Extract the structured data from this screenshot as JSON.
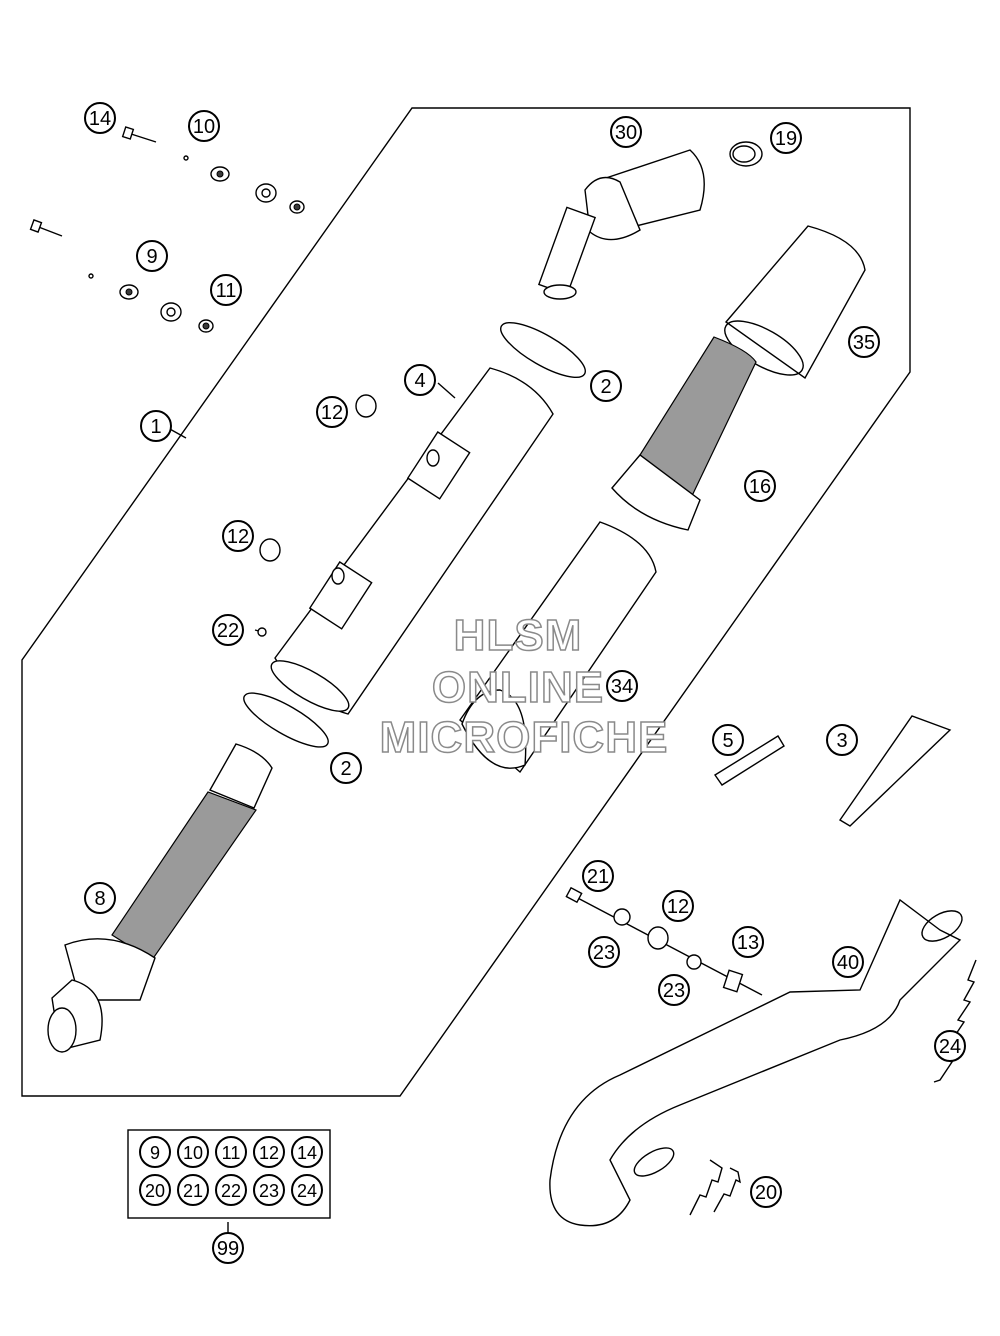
{
  "watermark": {
    "line1": "HLSM",
    "line2": "ONLINE",
    "line3": "MICROFICHE"
  },
  "callouts": [
    {
      "id": "c14a",
      "label": "14"
    },
    {
      "id": "c10a",
      "label": "10"
    },
    {
      "id": "c9a",
      "label": "9"
    },
    {
      "id": "c11a",
      "label": "11"
    },
    {
      "id": "c1",
      "label": "1"
    },
    {
      "id": "c30",
      "label": "30"
    },
    {
      "id": "c19",
      "label": "19"
    },
    {
      "id": "c35",
      "label": "35"
    },
    {
      "id": "c4",
      "label": "4"
    },
    {
      "id": "c2a",
      "label": "2"
    },
    {
      "id": "c12a",
      "label": "12"
    },
    {
      "id": "c16",
      "label": "16"
    },
    {
      "id": "c12b",
      "label": "12"
    },
    {
      "id": "c22a",
      "label": "22"
    },
    {
      "id": "c34",
      "label": "34"
    },
    {
      "id": "c2b",
      "label": "2"
    },
    {
      "id": "c5",
      "label": "5"
    },
    {
      "id": "c3",
      "label": "3"
    },
    {
      "id": "c8",
      "label": "8"
    },
    {
      "id": "c21a",
      "label": "21"
    },
    {
      "id": "c12c",
      "label": "12"
    },
    {
      "id": "c13",
      "label": "13"
    },
    {
      "id": "c23a",
      "label": "23"
    },
    {
      "id": "c40",
      "label": "40"
    },
    {
      "id": "c23b",
      "label": "23"
    },
    {
      "id": "c24a",
      "label": "24"
    },
    {
      "id": "c20a",
      "label": "20"
    },
    {
      "id": "c99",
      "label": "99"
    }
  ],
  "kit": {
    "row1": [
      "9",
      "10",
      "11",
      "12",
      "14"
    ],
    "row2": [
      "20",
      "21",
      "22",
      "23",
      "24"
    ]
  }
}
